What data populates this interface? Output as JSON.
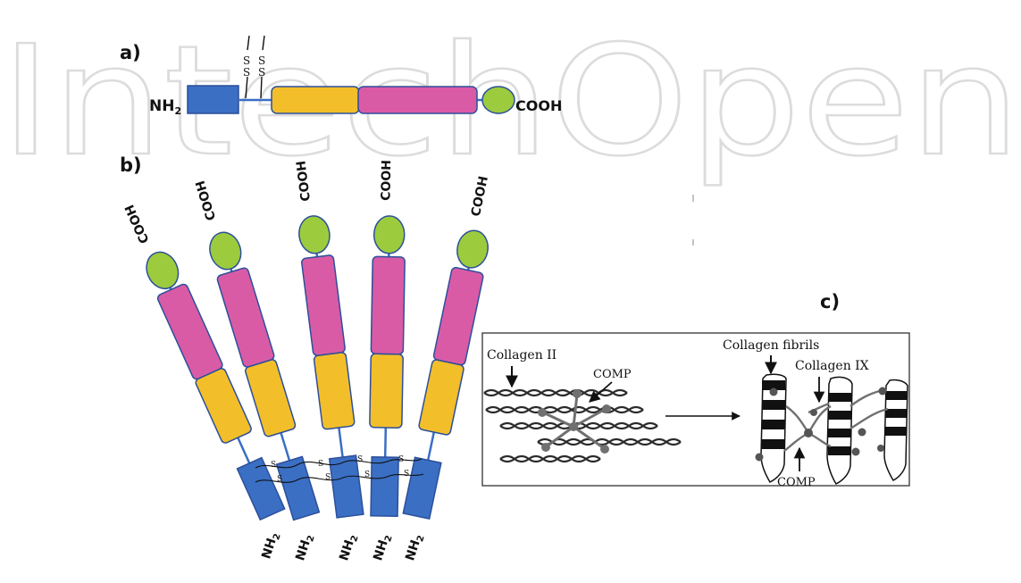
{
  "colors": {
    "n_domain": "#3a6fc4",
    "helix": "#f2bf2a",
    "middle": "#d95ba6",
    "c_domain": "#9ccb3e",
    "outline": "#2c4f9a",
    "watermark": "#d6d6d6"
  },
  "watermark": {
    "text": "IntechOpen"
  },
  "panel_a": {
    "label": "a)",
    "n_term": "NH2",
    "n_main": "NH",
    "n_sub": "2",
    "c_term": "COOH",
    "bridge_left": "S",
    "bridge_right": "S"
  },
  "panel_b": {
    "label": "b)",
    "c_term": "COOH",
    "n_main": "NH",
    "n_sub": "2",
    "bridge": "S",
    "chain_count": 5
  },
  "panel_c": {
    "label": "c)",
    "collagen_ii": "Collagen II",
    "comp_top": "COMP",
    "collagen_fibrils": "Collagen fibrils",
    "collagen_ix": "Collagen IX",
    "comp_bottom": "COMP",
    "icons": [
      "right-arrow-icon",
      "down-arrow-icon",
      "up-arrow-icon"
    ]
  }
}
